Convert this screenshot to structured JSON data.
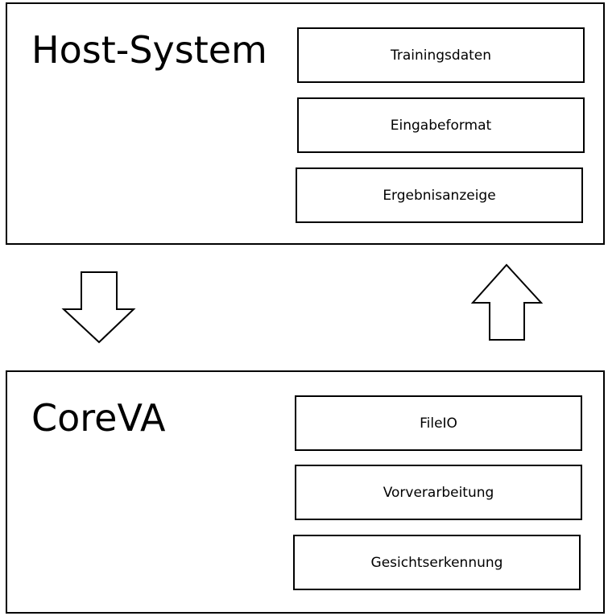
{
  "host": {
    "title": "Host-System",
    "modules": [
      "Trainingsdaten",
      "Eingabeformat",
      "Ergebnisanzeige"
    ]
  },
  "core": {
    "title": "CoreVA",
    "modules": [
      "FileIO",
      "Vorverarbeitung",
      "Gesichtserkennung"
    ]
  },
  "arrows": {
    "left": "down-arrow-icon",
    "right": "up-arrow-icon"
  }
}
